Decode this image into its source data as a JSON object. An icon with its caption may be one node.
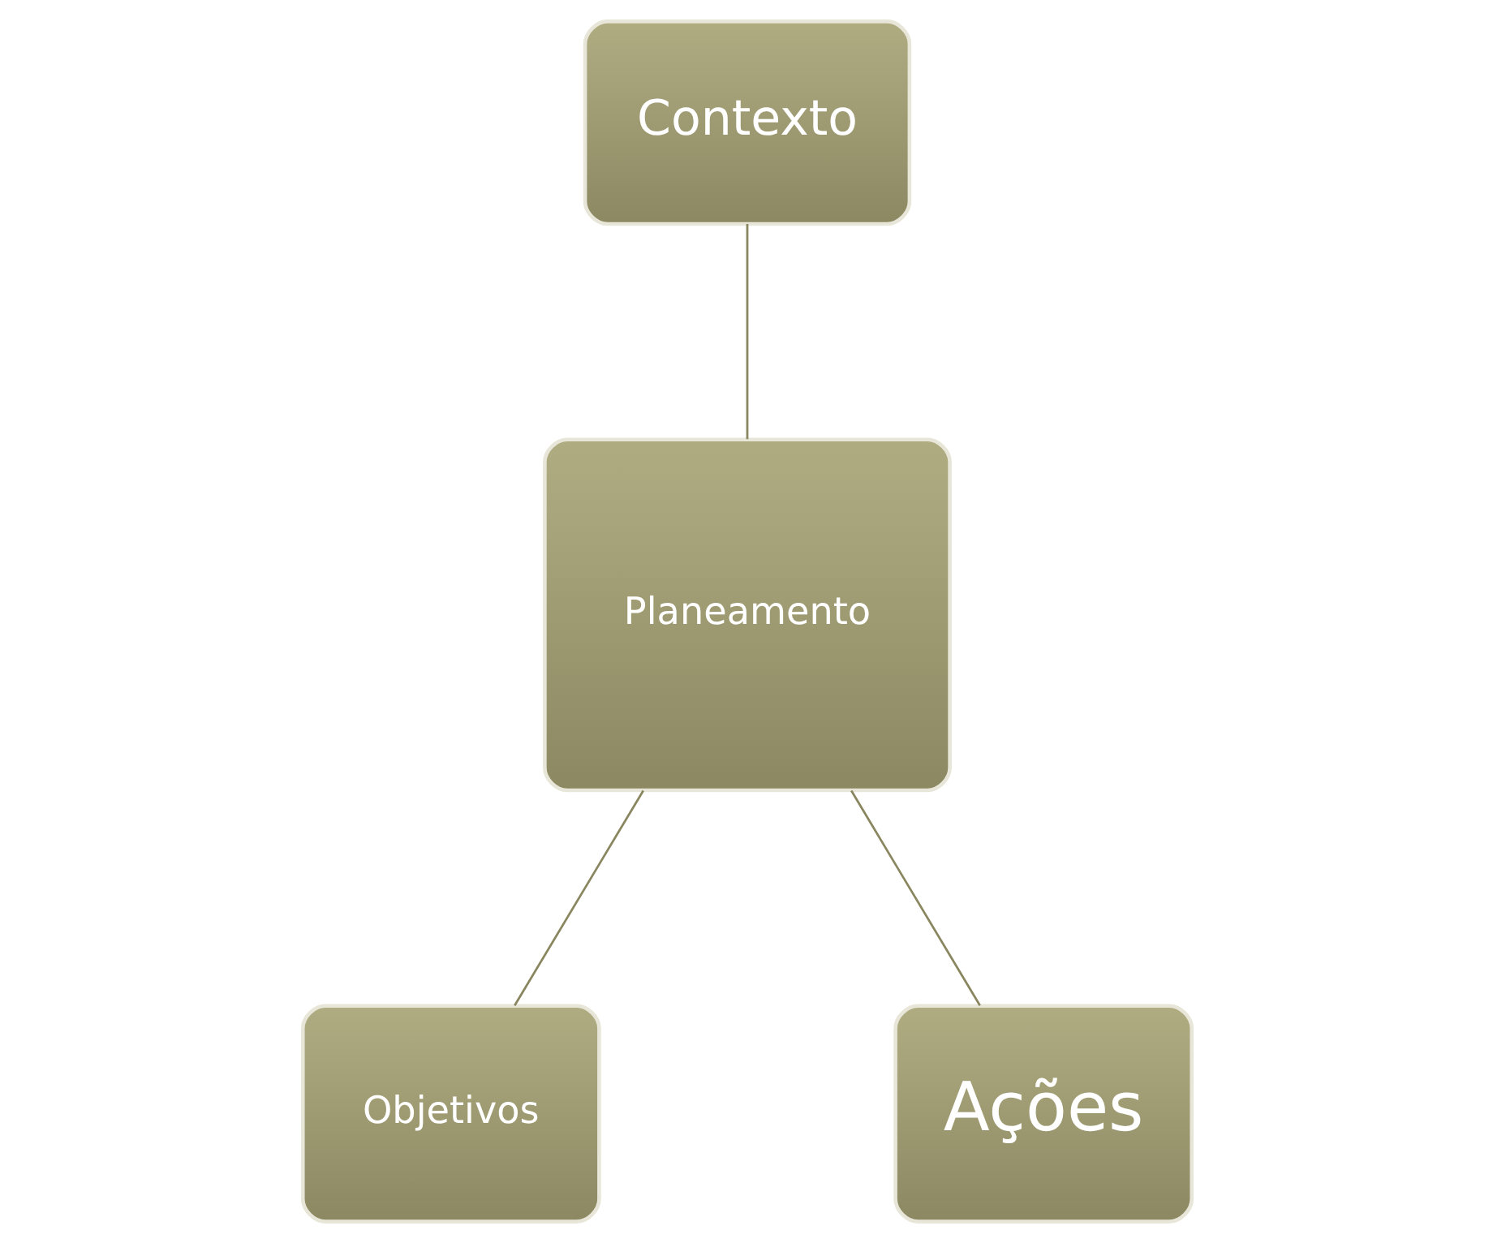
{
  "diagram": {
    "nodes": [
      {
        "text": [
          "Contexto"
        ]
      },
      {
        "text": [
          "Planeamento"
        ]
      },
      {
        "text": [
          "Objetivos"
        ]
      },
      {
        "text": [
          "Ações"
        ]
      }
    ],
    "edges": [
      {
        "from": 0,
        "to": 1,
        "arrow": "none"
      },
      {
        "from": 1,
        "to": 2,
        "arrow": "none"
      },
      {
        "from": 1,
        "to": 3,
        "arrow": "none"
      }
    ]
  }
}
